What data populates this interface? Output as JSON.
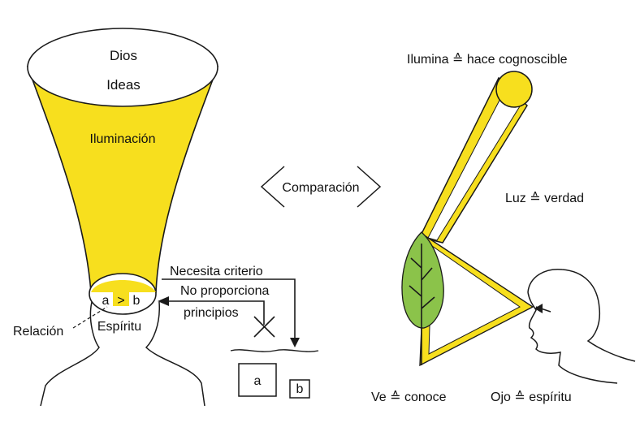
{
  "colors": {
    "yellow": "#f7df1e",
    "leaf": "#8bc34a",
    "ink": "#1a1a1a"
  },
  "left": {
    "god_label": "Dios",
    "ideas_label": "Ideas",
    "illumination_label": "Iluminación",
    "relation_a": "a",
    "relation_gt": ">",
    "relation_b": "b",
    "relation_label": "Relación",
    "spirit_label": "Espíritu"
  },
  "center": {
    "comparison_label": "Comparación",
    "needs_criterion": "Necesita criterio",
    "no_provides_line1": "No proporciona",
    "no_provides_line2": "principios",
    "box_a": "a",
    "box_b": "b"
  },
  "right": {
    "illuminates_label": "Ilumina ≙ hace cognoscible",
    "light_label": "Luz ≙ verdad",
    "sees_label": "Ve ≙ conoce",
    "eye_label": "Ojo ≙ espíritu"
  }
}
